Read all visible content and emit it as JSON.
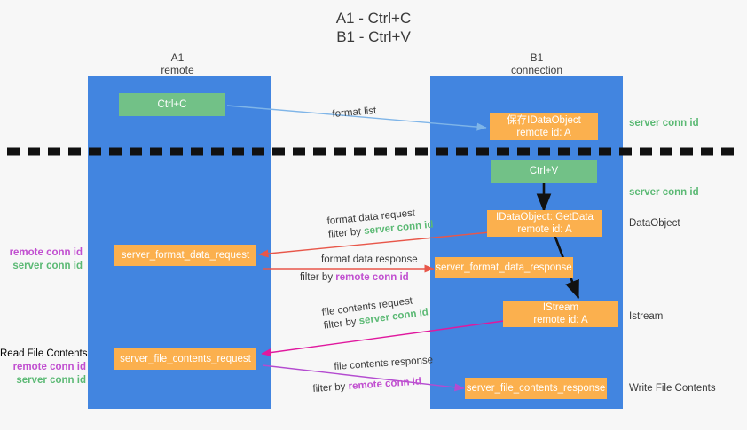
{
  "title": {
    "line1": "A1 - Ctrl+C",
    "line2": "B1 - Ctrl+V"
  },
  "lanes": [
    {
      "name": "a1",
      "title_line1": "A1",
      "title_line2": "remote",
      "color": "#4285e0"
    },
    {
      "name": "b1",
      "title_line1": "B1",
      "title_line2": "connection",
      "color": "#4285e0"
    }
  ],
  "colors": {
    "lane": "#4285e0",
    "orange": "#fbb04e",
    "green": "#72c187",
    "server_conn_id": "#5bb974",
    "remote_conn_id": "#c14fd0",
    "arrow_blue": "#7fb5e8",
    "arrow_red": "#e8574a",
    "arrow_black": "#111111",
    "arrow_magenta": "#e0189e",
    "arrow_purple": "#b44bd0",
    "background": "#f7f7f7"
  },
  "nodes": {
    "ctrl_c": "Ctrl+C",
    "save_idataobject_l1": "保存IDataObject",
    "save_idataobject_l2": "remote id: A",
    "ctrl_v": "Ctrl+V",
    "getdata_l1": "IDataObject::GetData",
    "getdata_l2": "remote id: A",
    "server_format_data_request": "server_format_data_request",
    "server_format_data_response": "server_format_data_response",
    "istream_l1": "IStream",
    "istream_l2": "remote id: A",
    "server_file_contents_request": "server_file_contents_request",
    "server_file_contents_response": "server_file_contents_response"
  },
  "edge_labels": {
    "format_list": "format list",
    "format_data_request": "format data request",
    "format_data_request_filter_prefix": "filter by ",
    "format_data_request_filter_value": "server conn id",
    "format_data_response": "format data response",
    "format_data_response_filter_prefix": "filter by ",
    "format_data_response_filter_value": "remote conn id",
    "file_contents_request": "file contents request",
    "file_contents_request_filter_prefix": "filter by ",
    "file_contents_request_filter_value": "server conn id",
    "file_contents_response": "file contents response",
    "file_contents_response_filter_prefix": "filter by ",
    "file_contents_response_filter_value": "remote conn id"
  },
  "right_labels": {
    "server_conn_id_top": "server conn id",
    "server_conn_id_mid": "server conn id",
    "dataobject": "DataObject",
    "istream": "Istream",
    "write_file_contents": "Write File Contents"
  },
  "left_labels": {
    "remote_conn_id_1": "remote conn id",
    "server_conn_id_1": "server conn id",
    "read_file_contents": "Read File Contents",
    "remote_conn_id_2": "remote conn id",
    "server_conn_id_2": "server conn id"
  }
}
